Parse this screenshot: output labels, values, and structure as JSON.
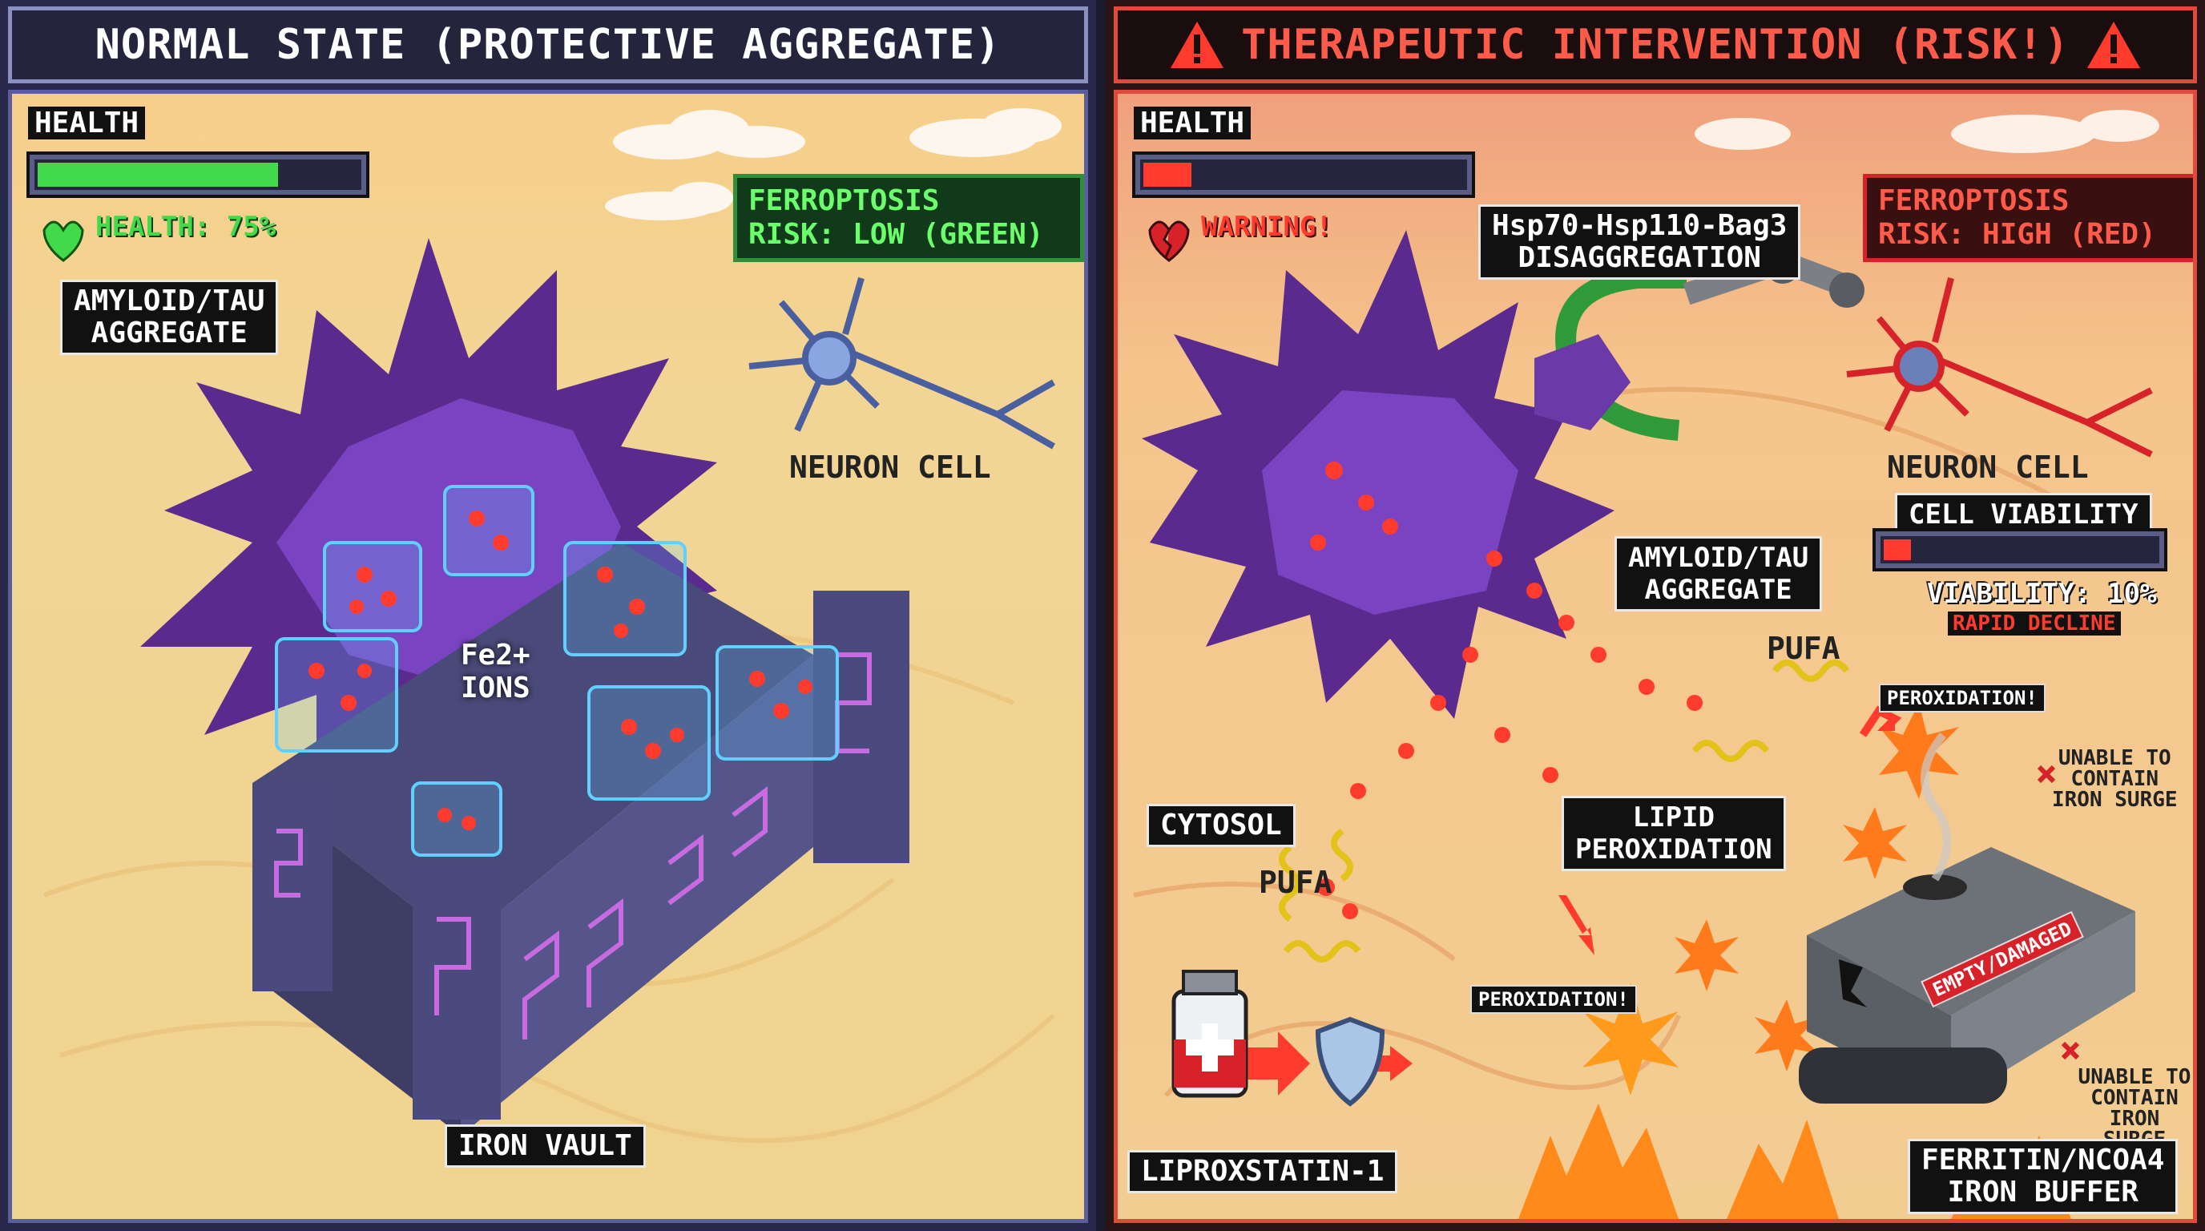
{
  "colors": {
    "good_green": "#42d94a",
    "bad_red": "#ff3b2e",
    "purple": "#6b3aa8",
    "cyan": "#5fd0ff"
  },
  "left": {
    "title": "NORMAL STATE (PROTECTIVE AGGREGATE)",
    "health_label": "HEALTH",
    "health_fraction": 0.75,
    "health_status": "HEALTH: 75%",
    "risk_text": "FERROPTOSIS\nRISK: LOW (GREEN)",
    "aggregate_label": "AMYLOID/TAU\nAGGREGATE",
    "neuron_label": "NEURON CELL",
    "ions_label": "Fe2+\nIONS",
    "vault_label": "IRON VAULT",
    "icons": [
      "heart-icon",
      "check-icon",
      "neuron-icon",
      "fortress-icon",
      "spiky-aggregate-icon"
    ]
  },
  "right": {
    "title": "THERAPEUTIC INTERVENTION (RISK!)",
    "health_label": "HEALTH",
    "health_fraction": 0.15,
    "warning": "WARNING!",
    "disaggregation_label": "Hsp70-Hsp110-Bag3\nDISAGGREGATION",
    "risk_text": "FERROPTOSIS\nRISK: HIGH (RED)",
    "neuron_label": "NEURON CELL",
    "viability_title": "CELL VIABILITY",
    "viability_fraction": 0.1,
    "viability_text": "VIABILITY: 10%",
    "rapid_decline": "RAPID DECLINE",
    "aggregate_label": "AMYLOID/TAU\nAGGREGATE",
    "pufa_top": "PUFA",
    "pufa_left": "PUFA",
    "peroxidation_top": "PEROXIDATION!",
    "peroxidation_bottom": "PEROXIDATION!",
    "lipid_label": "LIPID\nPEROXIDATION",
    "cytosol_label": "CYTOSOL",
    "unable_top": "UNABLE TO\nCONTAIN\nIRON SURGE",
    "unable_bottom": "UNABLE TO\nCONTAIN\nIRON SURGE",
    "tank_tag": "EMPTY/DAMAGED",
    "drug_label": "LIPROXSTATIN-1",
    "buffer_label": "FERRITIN/NCOA4\nIRON BUFFER",
    "icons": [
      "warning-triangle-icon",
      "broken-heart-icon",
      "exclamation-icon",
      "robot-claw-icon",
      "vial-icon",
      "shield-icon",
      "tank-icon",
      "fire-icon"
    ]
  }
}
